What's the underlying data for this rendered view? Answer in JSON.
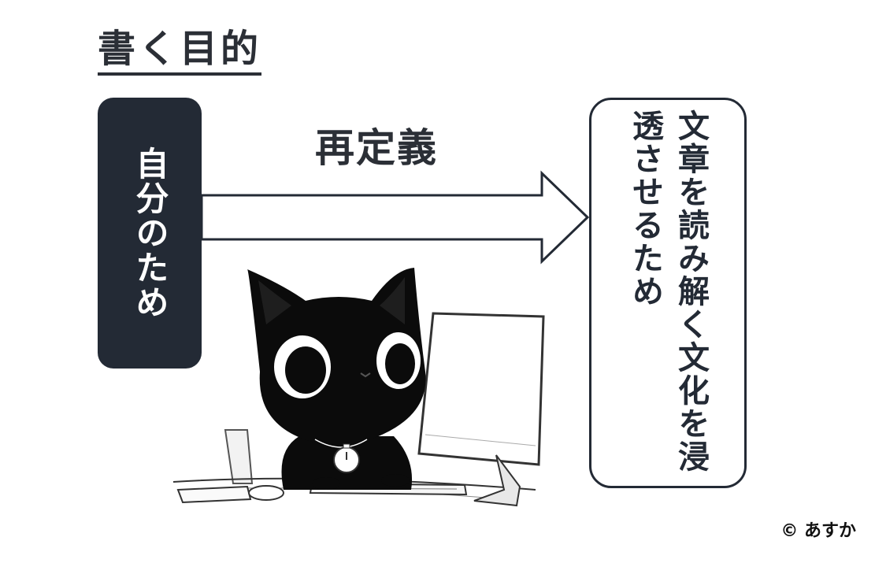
{
  "title": "書く目的",
  "left_box": {
    "text": "自分のため"
  },
  "arrow": {
    "label": "再定義"
  },
  "right_box": {
    "text": "文章を読み解く文化を浸透させるため"
  },
  "illustration": {
    "subject": "black cat at computer desk"
  },
  "copyright": "© あすか",
  "colors": {
    "dark": "#232a35",
    "text": "#2b2f36",
    "background": "#ffffff"
  }
}
